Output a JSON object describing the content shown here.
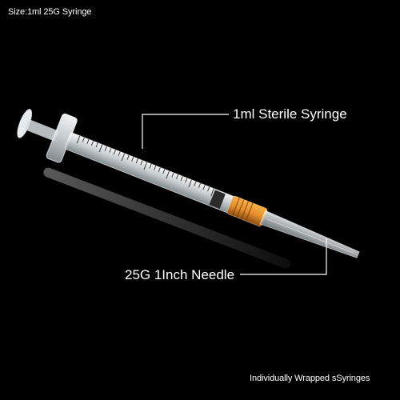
{
  "size_label": "Size:1ml 25G Syringe",
  "callout_syringe": "1ml Sterile Syringe",
  "callout_needle": "25G 1Inch Needle",
  "footer_note": "Individually Wrapped sSyringes",
  "colors": {
    "background": "#000000",
    "text": "#ffffff",
    "hub": "#e8902c",
    "barrel": "#e9eef0"
  }
}
